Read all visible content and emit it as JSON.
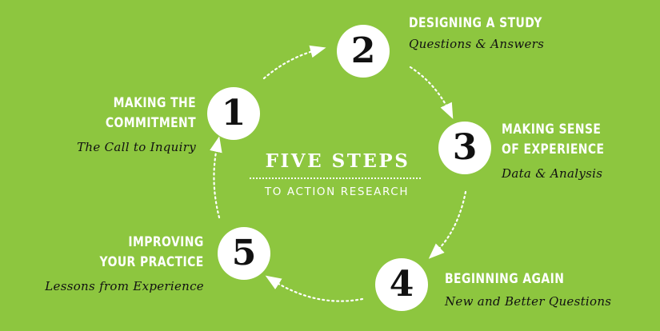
{
  "colors": {
    "background": "#8dc63f",
    "circle": "#ffffff",
    "number": "#111111",
    "heading": "#ffffff",
    "subtitle": "#111111",
    "arrow": "#ffffff"
  },
  "title": {
    "main": "FIVE STEPS",
    "sub": "TO ACTION RESEARCH"
  },
  "steps": [
    {
      "number": "1",
      "heading_lines": [
        "MAKING THE",
        "COMMITMENT"
      ],
      "subtitle": "The Call to Inquiry"
    },
    {
      "number": "2",
      "heading_lines": [
        "DESIGNING A STUDY"
      ],
      "subtitle": "Questions & Answers"
    },
    {
      "number": "3",
      "heading_lines": [
        "MAKING SENSE",
        "OF EXPERIENCE"
      ],
      "subtitle": "Data & Analysis"
    },
    {
      "number": "4",
      "heading_lines": [
        "BEGINNING AGAIN"
      ],
      "subtitle": "New and Better Questions"
    },
    {
      "number": "5",
      "heading_lines": [
        "IMPROVING",
        "YOUR PRACTICE"
      ],
      "subtitle": "Lessons from Experience"
    }
  ],
  "connector_style": "dotted-arrow"
}
